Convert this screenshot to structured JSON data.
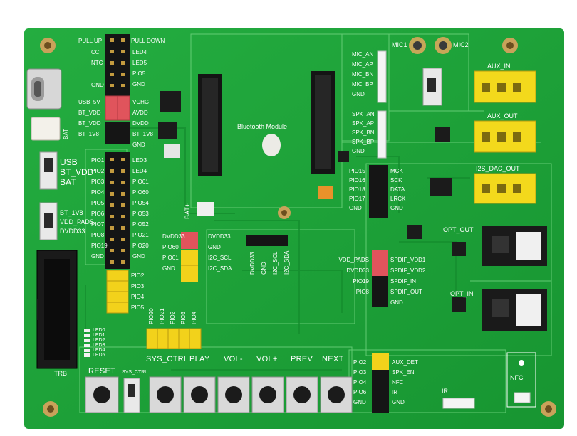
{
  "board": {
    "module_label": "Bluetooth Module",
    "trb_label": "TRB",
    "bat_plus_label": "BAT+",
    "bat_plus_small": "BAT+"
  },
  "header_top_labels": {
    "pull_up": "PULL UP",
    "pull_down": "PULL DOWN",
    "left": [
      "CC",
      "NTC",
      "GND"
    ],
    "right": [
      "LED4",
      "LED5",
      "PIO5",
      "GND"
    ]
  },
  "power_labels": {
    "left": [
      "USB_5V",
      "BT_VDD",
      "BT_VDD",
      "BT_1V8"
    ],
    "right": [
      "VCHG",
      "AVDD",
      "DVDD",
      "BT_1V8"
    ],
    "gnd": "GND"
  },
  "switch_labels": {
    "top": [
      "USB",
      "BT_VDD",
      "BAT"
    ],
    "bottom": [
      "BT_1V8",
      "VDD_PADS",
      "DVDD33"
    ]
  },
  "pio_left": [
    "PIO1",
    "PIO2",
    "PIO3",
    "PIO4",
    "PIO5",
    "PIO6",
    "PIO7",
    "PIO8",
    "PIO19",
    "GND"
  ],
  "pio_right": [
    "LED3",
    "LED4",
    "PIO61",
    "PIO60",
    "PIO54",
    "PIO53",
    "PIO52",
    "PIO21",
    "PIO20",
    "GND"
  ],
  "jumper_left": {
    "labels": [
      "PIO2",
      "PIO3",
      "PIO4",
      "PIO5"
    ]
  },
  "jumper_vertical": [
    "PIO20",
    "PIO21",
    "PIO2",
    "PIO3",
    "PIO4"
  ],
  "led_labels": [
    "LED0",
    "LED1",
    "LED2",
    "LED3",
    "LED4",
    "LED5"
  ],
  "center_left": [
    "DVDD33",
    "PIO60",
    "PIO61",
    "GND"
  ],
  "center_mid": [
    "DVDD33",
    "GND",
    "I2C_SCL",
    "I2C_SDA"
  ],
  "center_vertical": [
    "DVDD33",
    "GND",
    "I2C_SCL",
    "I2C_SDA"
  ],
  "mic_labels": [
    "MIC_AN",
    "MIC_AP",
    "MIC_BN",
    "MIC_BP",
    "GND"
  ],
  "spk_labels": [
    "SPK_AN",
    "SPK_AP",
    "SPK_BN",
    "SPK_BP",
    "GND"
  ],
  "i2s_left": [
    "PIO15",
    "PIO16",
    "PIO18",
    "PIO17",
    "GND"
  ],
  "i2s_right": [
    "MCK",
    "SCK",
    "DATA",
    "LRCK",
    "GND"
  ],
  "spdif_left": [
    "VDD_PADS",
    "DVDD33",
    "PIO19",
    "PIO8",
    "GND"
  ],
  "spdif_right": [
    "SPDIF_VDD1",
    "SPDIF_VDD2",
    "SPDIF_IN",
    "SPDIF_OUT",
    "GND"
  ],
  "aux_left": [
    "PIO2",
    "PIO3",
    "PIO4",
    "PIO6",
    "GND"
  ],
  "aux_right": [
    "AUX_DET",
    "SPK_EN",
    "NFC",
    "IR",
    "GND"
  ],
  "connectors": {
    "mic1": "MIC1",
    "mic2": "MIC2",
    "aux_in": "AUX_IN",
    "aux_out": "AUX_OUT",
    "i2s_dac_out": "I2S_DAC_OUT",
    "opt_out": "OPT_OUT",
    "opt_in": "OPT_IN",
    "ir": "IR",
    "nfc": "NFC"
  },
  "buttons": {
    "reset": "RESET",
    "sys_ctrl_small": "SYS_CTRL",
    "sys_ctrl": "SYS_CTRL",
    "play": "PLAY",
    "vol_minus": "VOL-",
    "vol_plus": "VOL+",
    "prev": "PREV",
    "next": "NEXT"
  },
  "colors": {
    "pcb": "#1fa73a",
    "silk": "#ffffff",
    "header_black": "#151515",
    "jumper_red": "#e0545c",
    "jumper_yellow": "#f2d21b",
    "jack_yellow": "#f3d91c"
  }
}
